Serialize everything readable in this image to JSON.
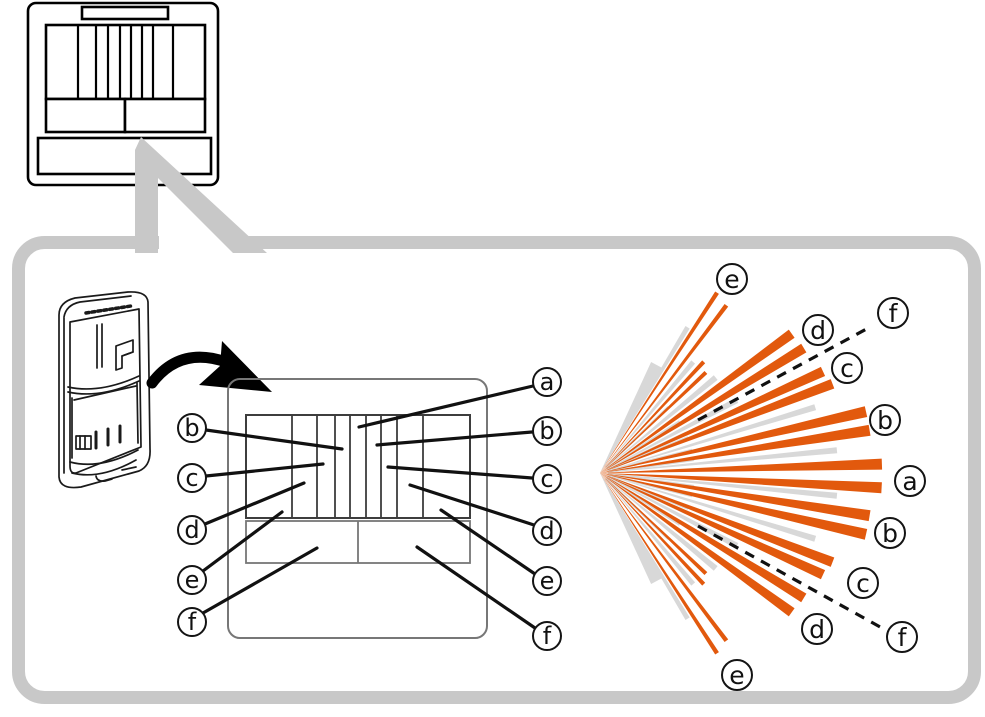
{
  "colors": {
    "beam_orange": "#e2590d",
    "ray_gray": "#d8d8d8",
    "panel_border_gray": "#c8c8c8",
    "line_black": "#111111"
  },
  "lens_schematic": {
    "left_labels": [
      "b",
      "c",
      "d",
      "e",
      "f"
    ],
    "right_labels": [
      "a",
      "b",
      "c",
      "d",
      "e",
      "f"
    ]
  },
  "beam_fan": {
    "labels": [
      "e",
      "d",
      "f",
      "c",
      "b",
      "a",
      "b",
      "c",
      "d",
      "f",
      "e"
    ]
  }
}
